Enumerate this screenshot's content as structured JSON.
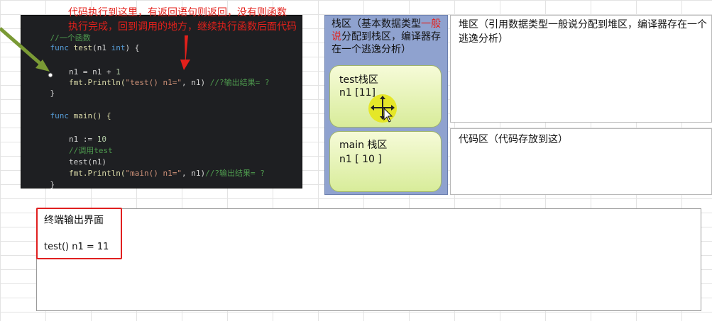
{
  "annotation": {
    "line1": "代码执行到这里，有返回语句则返回，没有则函数",
    "line2": "执行完成，回到调用的地方，继续执行函数后面代码"
  },
  "code": {
    "l1_comment": "//一个函数",
    "l2_kw": "func",
    "l2_fn": " test",
    "l2_rest": "(n1 ",
    "l2_type": "int",
    "l2_end": ") {",
    "l3_text": "    n1 = n1 + ",
    "l3_num": "1",
    "l4_fn": "    fmt.Println(",
    "l4_str": "\"test() n1=\"",
    "l4_rest": ", n1) ",
    "l4_comment": "//?输出结果= ?",
    "l5": "}",
    "l6_kw": "func",
    "l6_rest": " main() {",
    "l7_text": "    n1 := ",
    "l7_num": "10",
    "l8_comment": "    //调用test",
    "l9": "    test(n1)",
    "l10_fn": "    fmt.Println(",
    "l10_str": "\"main() n1=\"",
    "l10_rest": ", n1)",
    "l10_comment": "//?输出结果= ?",
    "l11": "}"
  },
  "stack": {
    "title_a": "栈区（基本数据类型",
    "title_red": "一般说",
    "title_b": "分配到栈区，编译器存在一个逃逸分析）",
    "test_frame": {
      "title": "test栈区",
      "var": "n1 [11]"
    },
    "main_frame": {
      "title": "main 栈区",
      "var": "n1   [ 10 ]"
    }
  },
  "heap": {
    "text": "堆区（引用数据类型一般说分配到堆区，编译器存在一个逃逸分析）"
  },
  "code_area": {
    "text": "代码区（代码存放到这）"
  },
  "terminal": {
    "title": "终端输出界面",
    "output": "test() n1 = 11"
  },
  "colors": {
    "annotation_red": "#e3201b",
    "stack_blue": "#8fa2cf",
    "frame_green": "#d8ec9a",
    "highlight_red": "#e02020",
    "arrow_green": "#7a9a35",
    "cursor_yellow": "#e5e619"
  },
  "icons": [
    "move-cursor-icon",
    "arrow-pointer-icon"
  ]
}
